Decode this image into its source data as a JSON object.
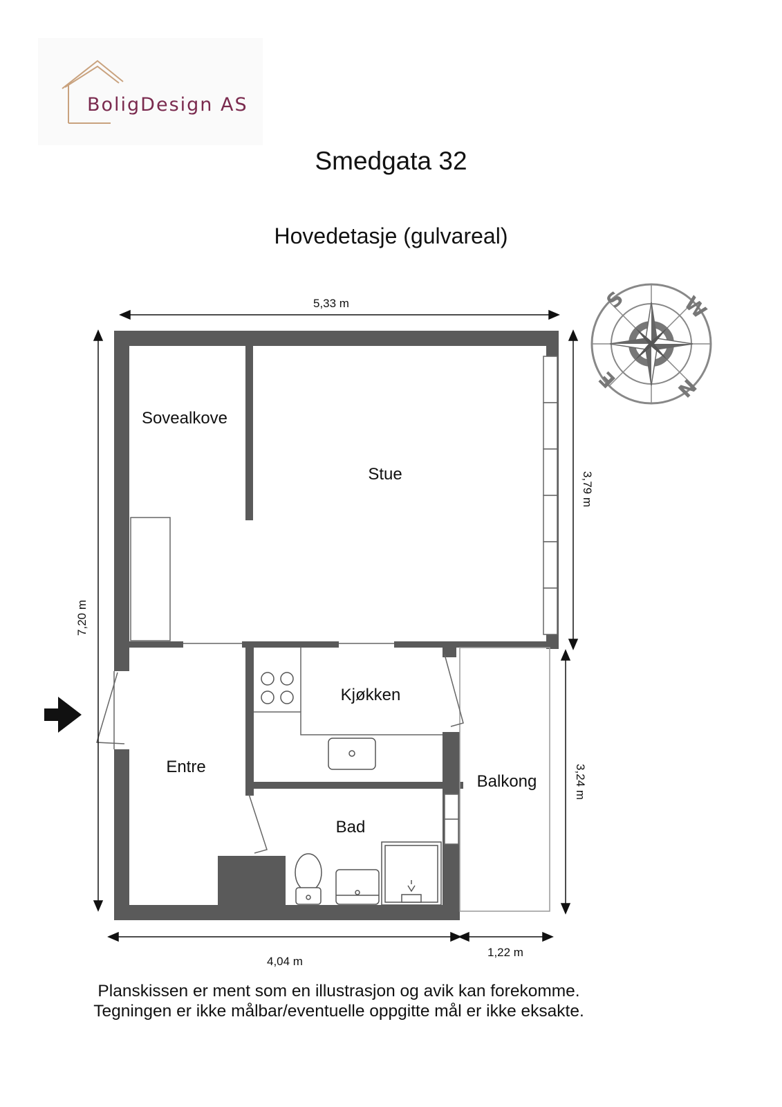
{
  "logo": {
    "text": "BoligDesign AS",
    "color": "#7a2a4e",
    "icon": "house-outline-icon"
  },
  "title": "Smedgata 32",
  "subtitle": "Hovedetasje (gulvareal)",
  "rooms": {
    "sovealkove": "Sovealkove",
    "stue": "Stue",
    "kjokken": "Kjøkken",
    "entre": "Entre",
    "bad": "Bad",
    "balkong": "Balkong"
  },
  "dimensions": {
    "top_width": "5,33 m",
    "left_height": "7,20 m",
    "right_upper": "3,79 m",
    "right_lower": "3,24 m",
    "bottom_main": "4,04 m",
    "bottom_balcony": "1,22 m"
  },
  "compass": {
    "s": "S",
    "w": "W",
    "n": "N",
    "e": "E"
  },
  "disclaimer": {
    "line1": "Planskissen er ment som en illustrasjon og avik kan forekomme.",
    "line2": "Tegningen er ikke målbar/eventuelle oppgitte mål er ikke eksakte."
  },
  "colors": {
    "wall": "#5a5a5a",
    "accent": "#7a2a4e"
  }
}
